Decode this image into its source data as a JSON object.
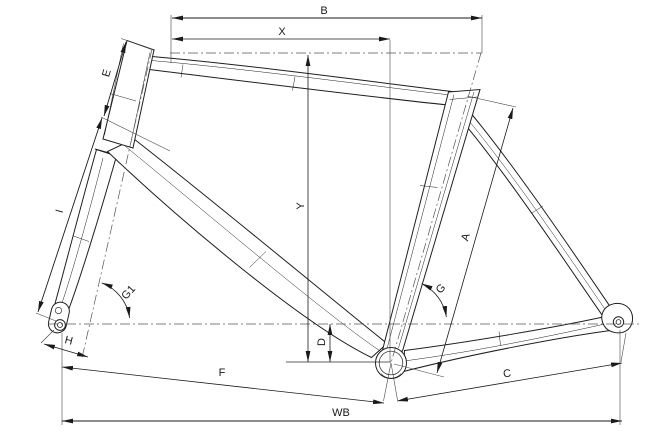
{
  "diagram_type": "bicycle-frame-geometry-technical-drawing",
  "colors": {
    "background": "#ffffff",
    "frame_line": "#1f1f1f",
    "dimension_line": "#2a2a2a",
    "axis_line": "#555555"
  },
  "labels": {
    "b": "B",
    "x": "X",
    "e": "E",
    "i": "I",
    "y": "Y",
    "a": "A",
    "g": "G",
    "g1": "G1",
    "h": "H",
    "d": "D",
    "f": "F",
    "c": "C",
    "wb": "WB"
  }
}
